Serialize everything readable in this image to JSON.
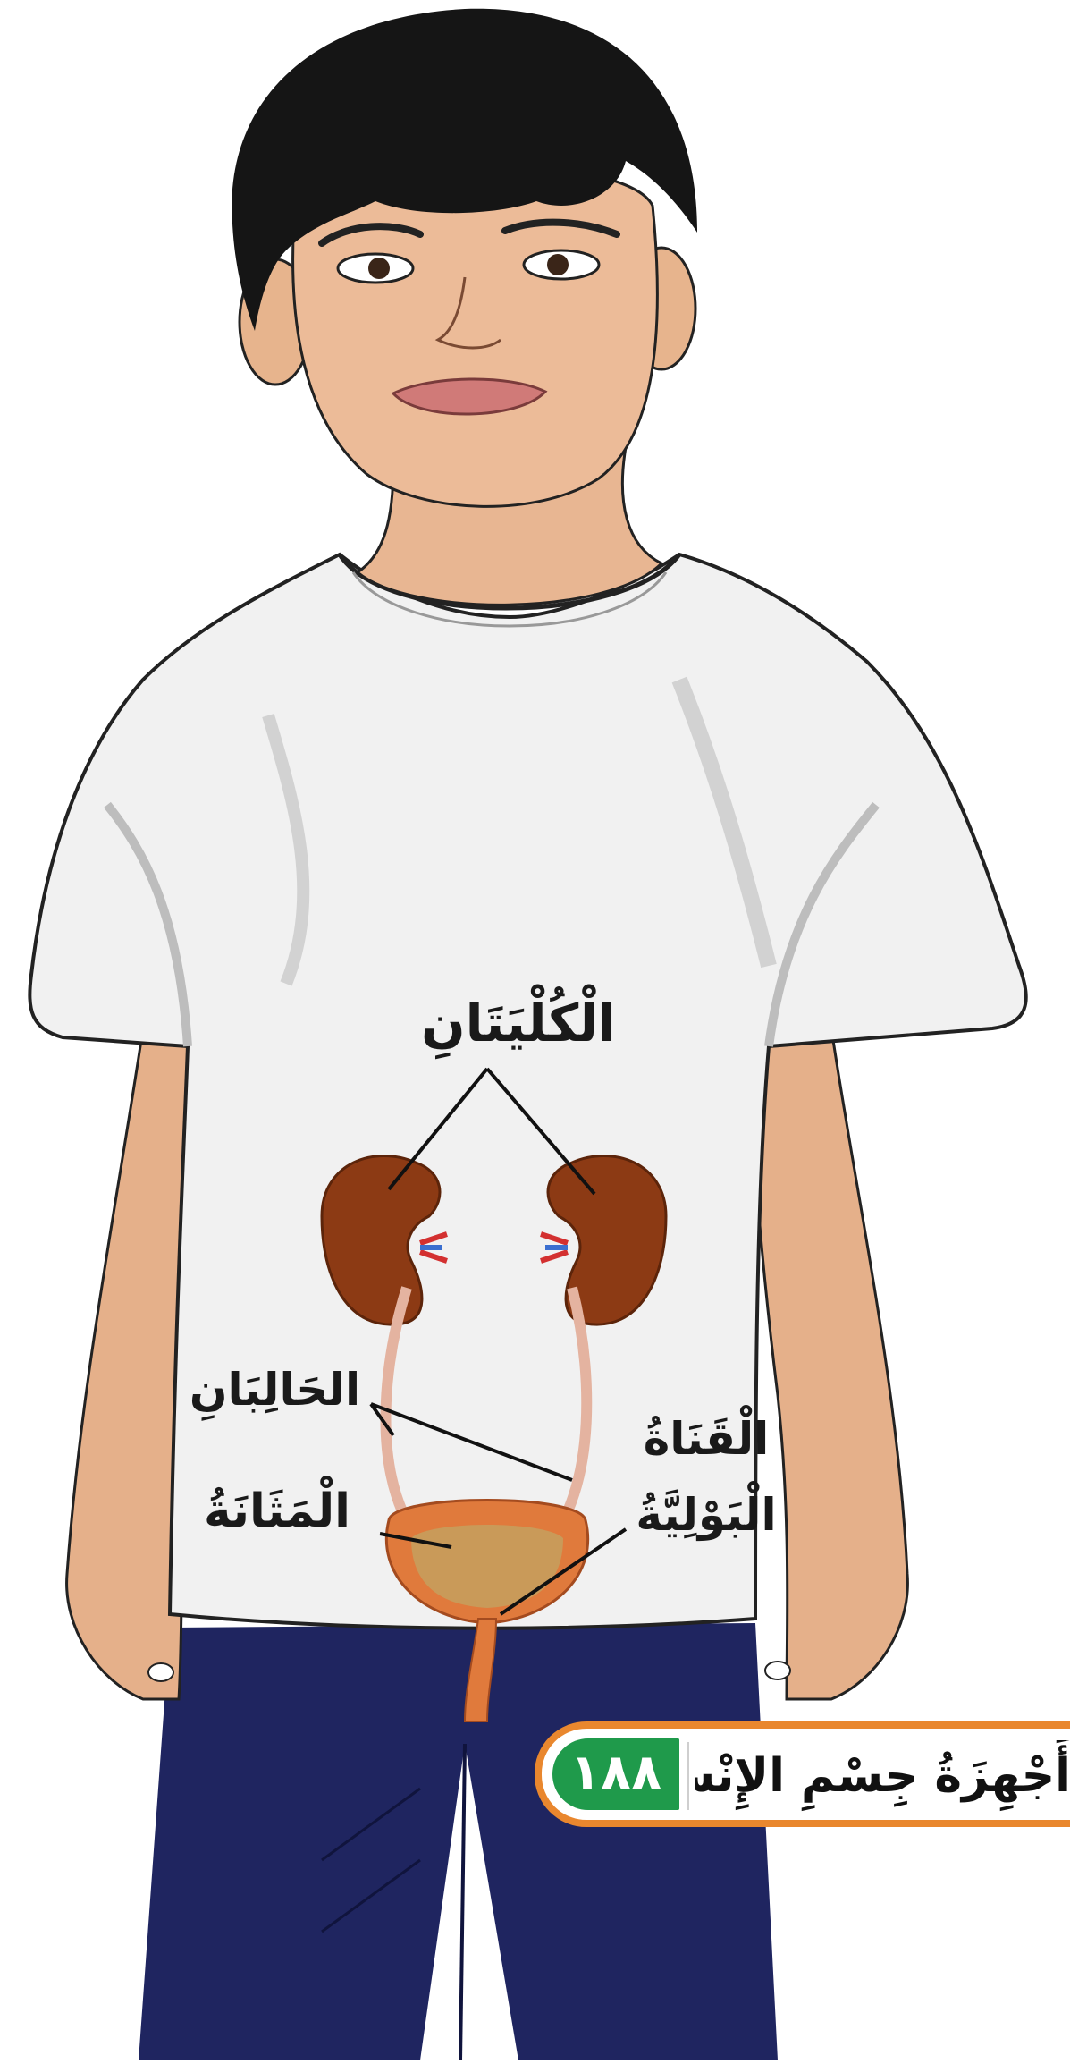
{
  "labels": {
    "kidneys": "الْكُلْيَتَانِ",
    "ureters": "الحَالِبَانِ",
    "bladder": "الْمَثَانَةُ",
    "urethra_line1": "الْقَنَاةُ",
    "urethra_line2": "الْبَوْلِيَّةُ"
  },
  "footer": {
    "page_number": "١٨٨",
    "chapter_title": "أَجْهِزَةُ جِسْمِ الإِنْسَانِ"
  },
  "colors": {
    "tab_border": "#e9872e",
    "page_badge": "#1f9a4b",
    "pants": "#1f2560",
    "kidney": "#8c3a14",
    "bladder": "#e07a3c"
  }
}
